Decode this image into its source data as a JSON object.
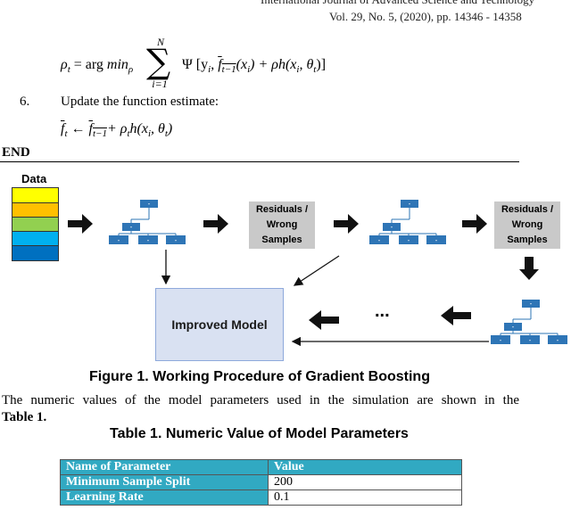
{
  "header": {
    "journal_line": "International Journal of Advanced Science and Technology",
    "volume_line": "Vol. 29, No. 5, (2020), pp. 14346 - 14358"
  },
  "equation": {
    "lhs": "ρ",
    "lhs_sub": "t",
    "equals": "= arg",
    "min_text": "min",
    "min_sub": "ρ",
    "sum_upper": "N",
    "sum_lower": "i=1",
    "psi_expr": "Ψ [y",
    "y_sub": "i",
    "comma": ", ",
    "f_text": "f",
    "f_sub": "t−1",
    "f_arg": "(x",
    "x_sub": "i",
    "f_close": ") +  ρh(x",
    "h_sub": "i",
    "theta_part": ", θ",
    "theta_sub": "t",
    "close": ")]"
  },
  "step6": {
    "number": "6.",
    "text": "Update the function estimate:"
  },
  "update_eq": {
    "fhat": "f",
    "fhat_sub": "t",
    "arrow": " ← ",
    "fprev": "f",
    "fprev_sub": "t−1",
    "plus": "+ ρ",
    "rho_sub": "t",
    "h_text": "h(x",
    "x_sub": "i",
    "theta": ", θ",
    "theta_sub": "t",
    "close": ")"
  },
  "end_label": "END",
  "diagram": {
    "data_label": "Data",
    "data_colors": [
      "#ffff00",
      "#ffc000",
      "#92d050",
      "#00b0f0",
      "#0070c0"
    ],
    "node_color": "#2e75b6",
    "node_label": "-",
    "residual_box_1": [
      "Residuals /",
      "Wrong",
      "Samples"
    ],
    "residual_box_2": [
      "Residuals /",
      "Wrong",
      "Samples"
    ],
    "improved_model": "Improved Model",
    "ellipsis": "..."
  },
  "figure_caption": "Figure 1. Working Procedure of Gradient Boosting",
  "paragraph": {
    "line1": "The numeric values of the model parameters used in the simulation are shown in the",
    "line2": "Table 1."
  },
  "table_caption": "Table 1. Numeric Value of Model Parameters",
  "table": {
    "headers": [
      "Name of Parameter",
      "Value"
    ],
    "rows": [
      [
        "Minimum Sample Split",
        "200"
      ],
      [
        "Learning Rate",
        "0.1"
      ]
    ]
  }
}
